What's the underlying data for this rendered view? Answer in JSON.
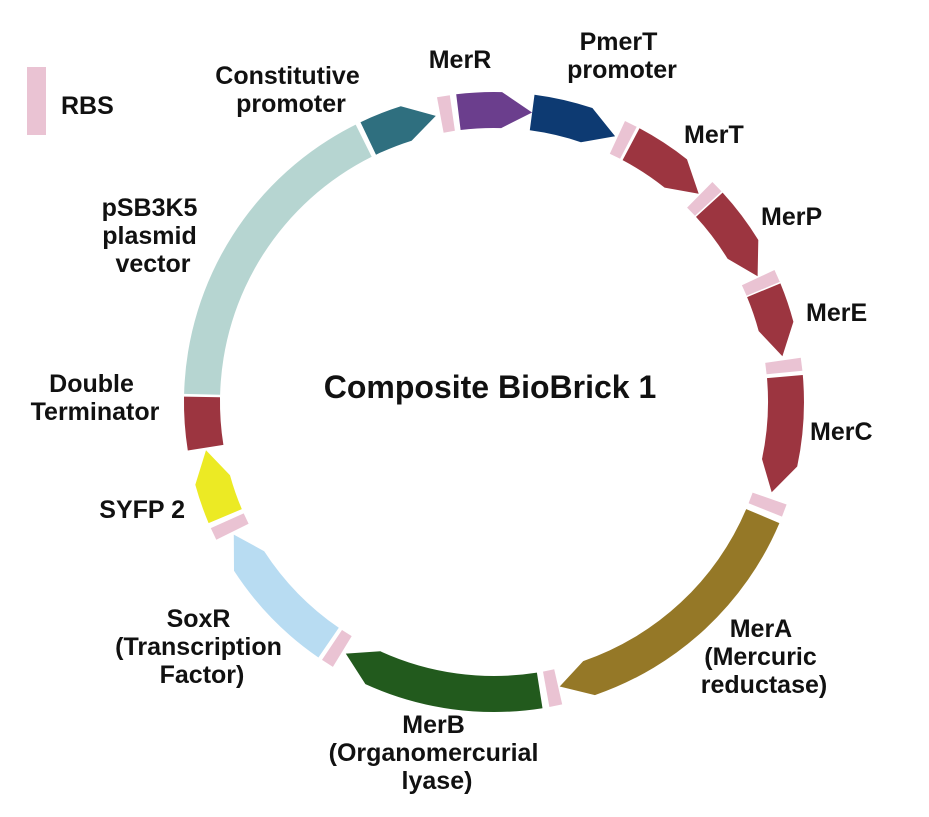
{
  "title": "Composite BioBrick 1",
  "legend": {
    "label": "RBS",
    "color": "#eac3d3"
  },
  "colors": {
    "rbs": "#eac3d3",
    "vector": "#b6d5d1",
    "constitutive_promoter": "#2f6f7f",
    "merR": "#6b3e8d",
    "pmerT": "#0d3a72",
    "mer_genes": "#9c3540",
    "merA": "#957827",
    "merB": "#225a1d",
    "soxR": "#b8dcf2",
    "syfp2": "#ecea24",
    "terminator": "#9c3540"
  },
  "segments": [
    {
      "key": "merR",
      "label_lines": [
        "MerR"
      ]
    },
    {
      "key": "pmerT",
      "label_lines": [
        "PmerT",
        "promoter"
      ]
    },
    {
      "key": "merT",
      "label_lines": [
        "MerT"
      ]
    },
    {
      "key": "merP",
      "label_lines": [
        "MerP"
      ]
    },
    {
      "key": "merE",
      "label_lines": [
        "MerE"
      ]
    },
    {
      "key": "merC",
      "label_lines": [
        "MerC"
      ]
    },
    {
      "key": "merA",
      "label_lines": [
        "MerA",
        "(Mercuric",
        "reductase)"
      ]
    },
    {
      "key": "merB",
      "label_lines": [
        "MerB",
        "(Organomercurial",
        "lyase)"
      ]
    },
    {
      "key": "soxR",
      "label_lines": [
        "SoxR",
        "(Transcription",
        "Factor)"
      ]
    },
    {
      "key": "syfp2",
      "label_lines": [
        "SYFP 2"
      ]
    },
    {
      "key": "terminator",
      "label_lines": [
        "Double",
        "Terminator"
      ]
    },
    {
      "key": "vector",
      "label_lines": [
        "pSB3K5",
        "plasmid",
        "vector"
      ]
    },
    {
      "key": "constitutive_promoter",
      "label_lines": [
        "Constitutive",
        "promoter"
      ]
    }
  ]
}
